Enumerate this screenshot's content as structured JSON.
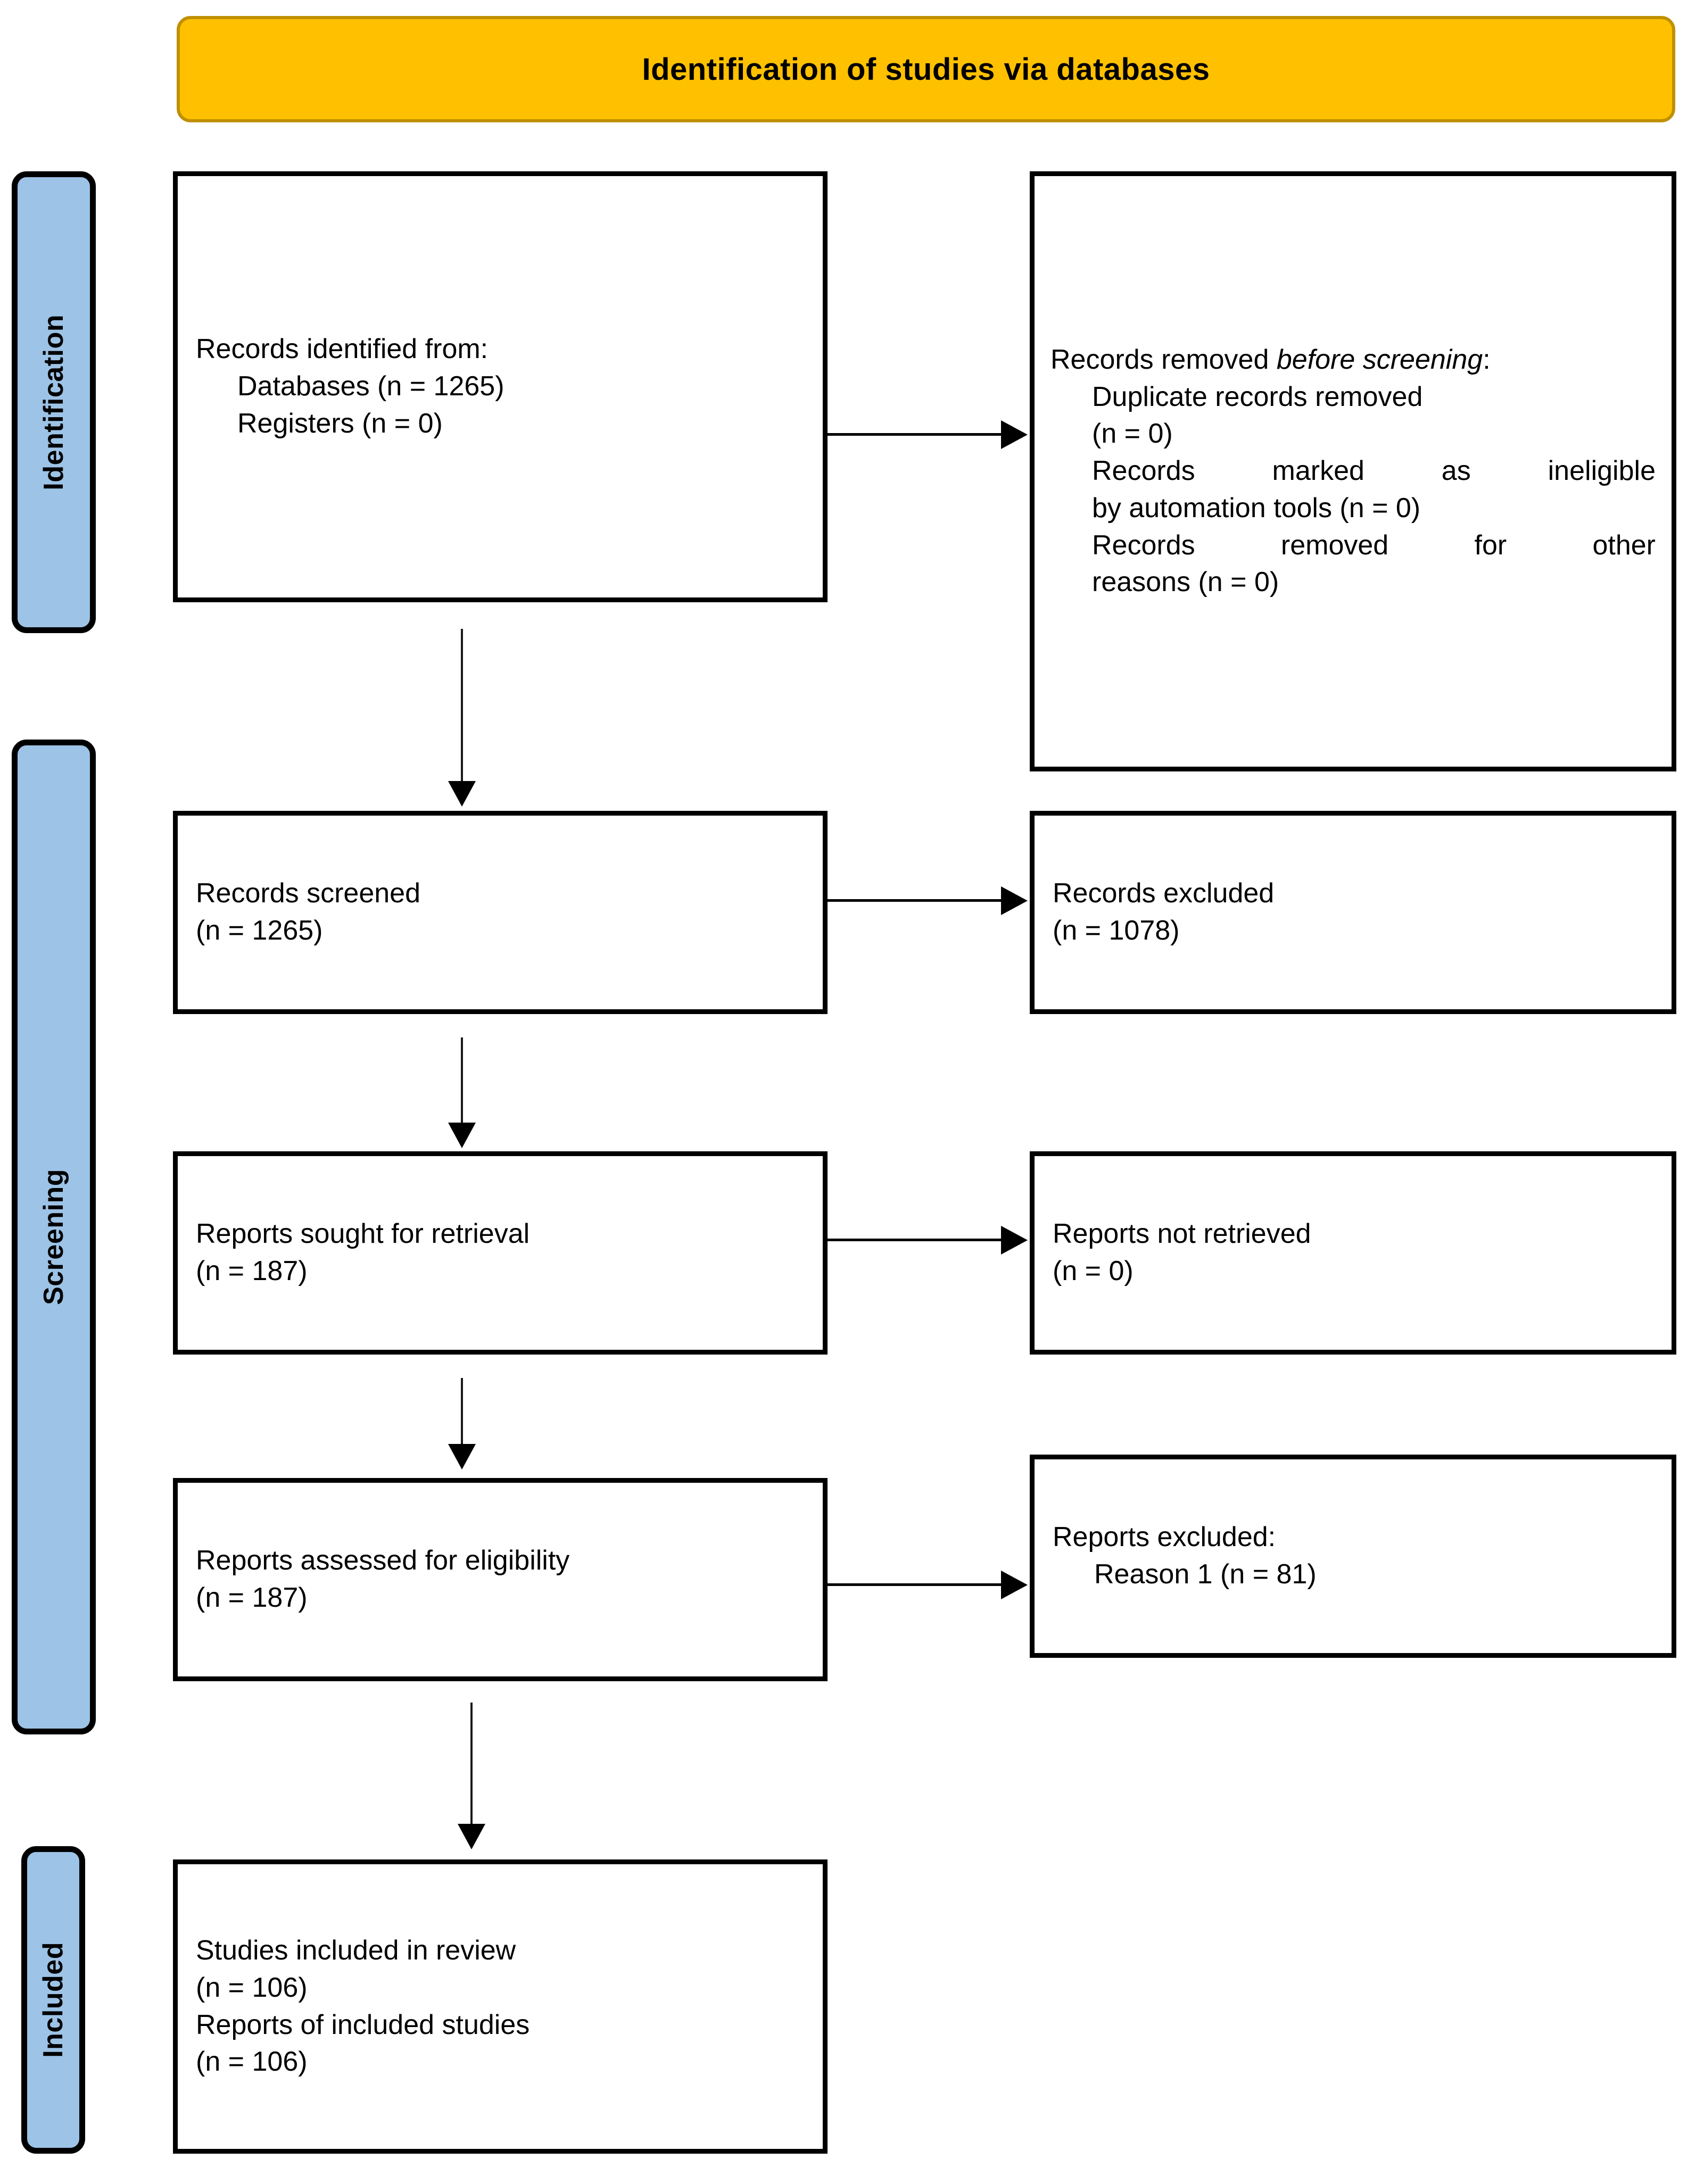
{
  "banner": {
    "title": "Identification of studies via databases"
  },
  "stages": [
    {
      "label": "Identification"
    },
    {
      "label": "Screening"
    },
    {
      "label": "Included"
    }
  ],
  "boxes": {
    "identified": {
      "heading": "Records identified from:",
      "items": [
        "Databases (n = 1265)",
        "Registers (n = 0)"
      ]
    },
    "removed": {
      "heading_prefix": "Records removed ",
      "heading_italic": "before screening",
      "heading_suffix": ":",
      "items": [
        "Duplicate records removed",
        "(n = 0)",
        "Records marked as ineligible",
        "by automation tools (n = 0)",
        "Records removed for other",
        "reasons (n = 0)"
      ]
    },
    "screened": {
      "heading": "Records screened",
      "count": "(n = 1265)"
    },
    "excluded": {
      "heading": "Records excluded",
      "count": "(n = 1078)"
    },
    "sought": {
      "heading": "Reports sought for retrieval",
      "count": "(n = 187)"
    },
    "not_retrieved": {
      "heading": "Reports not retrieved",
      "count": "(n = 0)"
    },
    "assessed": {
      "heading": "Reports assessed for eligibility",
      "count": "(n = 187)"
    },
    "reports_excluded": {
      "heading": "Reports excluded:",
      "reason": "Reason 1 (n = 81)"
    },
    "included": {
      "heading1": "Studies included in review",
      "count1": "(n = 106)",
      "heading2": "Reports of included studies",
      "count2": "(n = 106)"
    }
  },
  "colors": {
    "banner_fill": "#FFC000",
    "banner_border": "#BF9000",
    "stage_fill": "#9DC3E6",
    "box_border": "#000000",
    "text": "#000000"
  }
}
